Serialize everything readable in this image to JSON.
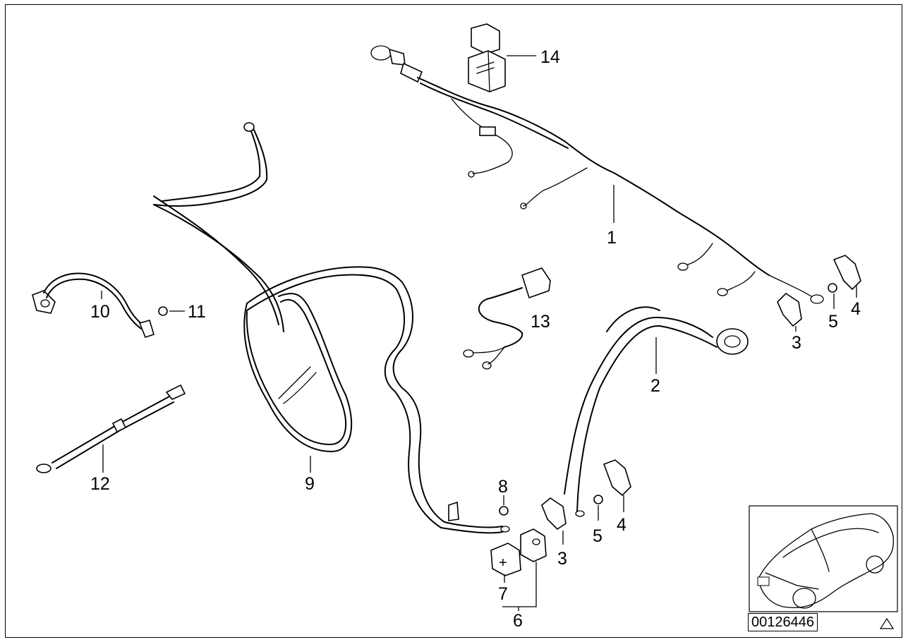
{
  "diagram": {
    "id_text": "00126446",
    "parts": [
      {
        "number": "1"
      },
      {
        "number": "2"
      },
      {
        "number": "3"
      },
      {
        "number": "3"
      },
      {
        "number": "4"
      },
      {
        "number": "4"
      },
      {
        "number": "5"
      },
      {
        "number": "5"
      },
      {
        "number": "6"
      },
      {
        "number": "7"
      },
      {
        "number": "8"
      },
      {
        "number": "9"
      },
      {
        "number": "10"
      },
      {
        "number": "11"
      },
      {
        "number": "12"
      },
      {
        "number": "13"
      },
      {
        "number": "14"
      }
    ],
    "battery_cap_symbol": "+"
  }
}
